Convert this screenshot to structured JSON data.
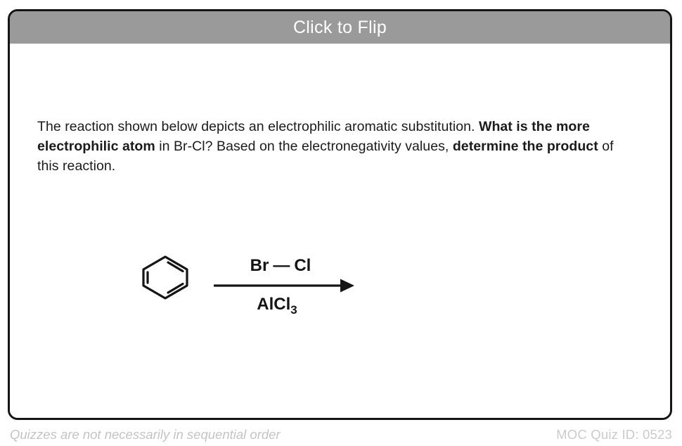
{
  "card": {
    "header": {
      "title": "Click to Flip"
    },
    "question": {
      "line1_plain": "The reaction shown below depicts an electrophilic aromatic substitution. ",
      "bold1": "What is the more electrophilic atom",
      "mid1": " in Br-Cl? Based on the electronegativity values, ",
      "bold2": "determine the product",
      "tail": " of this reaction.",
      "full_text": "The reaction shown below depicts an electrophilic aromatic substitution. What is the more electrophilic atom in Br-Cl? Based on the electronegativity values, determine the product of this reaction."
    },
    "reaction": {
      "reactant_label": "benzene-ring",
      "reagent_above": "Br—Cl",
      "reagent_above_parts": {
        "atom1": "Br",
        "bond": "—",
        "atom2": "Cl"
      },
      "reagent_below": "AlCl3",
      "reagent_below_parts": {
        "formula": "AlCl",
        "subscript": "3"
      },
      "arrow": "reaction-arrow-right"
    },
    "footer": {
      "note": "Quizzes are not necessarily in sequential order",
      "quiz_id": "MOC Quiz ID: 0523"
    }
  },
  "colors": {
    "header_bg": "#9a9a9a",
    "header_text": "#ffffff",
    "card_border": "#151515",
    "body_bg": "#ffffff",
    "question_text": "#1b1b1b",
    "footer_text": "#c8c8c8",
    "structure_stroke": "#151515"
  }
}
